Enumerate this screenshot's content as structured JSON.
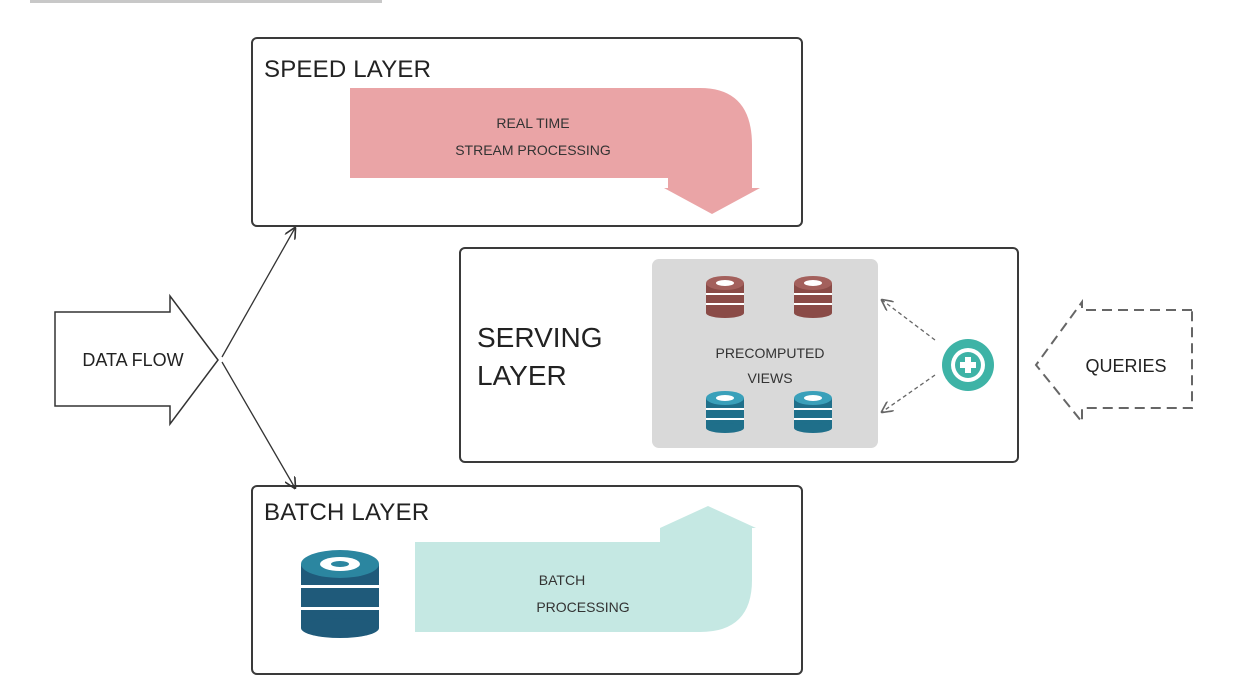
{
  "speed_layer": {
    "title": "SPEED LAYER",
    "process_line1": "REAL TIME",
    "process_line2": "STREAM PROCESSING",
    "arrow_color": "#eaa4a6"
  },
  "serving_layer": {
    "title_line1": "SERVING",
    "title_line2": "LAYER",
    "views_line1": "PRECOMPUTED",
    "views_line2": "VIEWS",
    "views_panel_color": "#d9d9d9",
    "speed_db_color": "#8a4b47",
    "batch_db_color": "#2b86a0",
    "merge_icon_color": "#3eb3a6"
  },
  "batch_layer": {
    "title": "BATCH LAYER",
    "process_line1": "BATCH",
    "process_line2": "PROCESSING",
    "arrow_color": "#c5e8e3",
    "db_color": "#1f5a7a"
  },
  "data_flow": {
    "label": "DATA FLOW"
  },
  "queries": {
    "label": "QUERIES"
  }
}
